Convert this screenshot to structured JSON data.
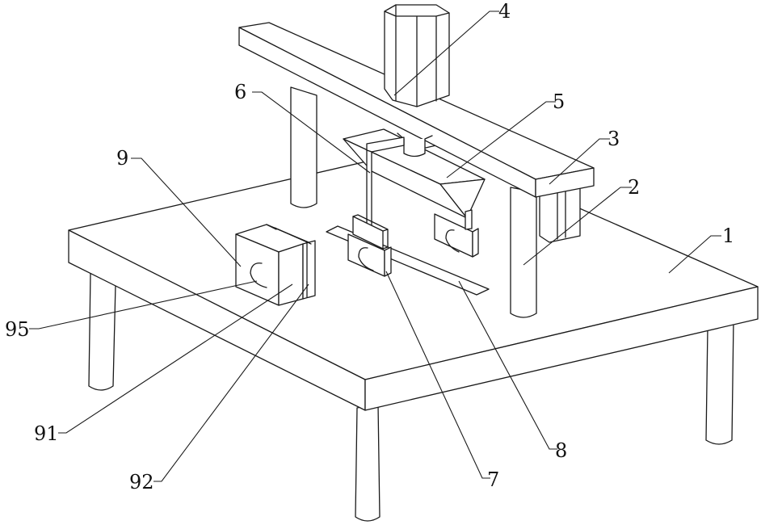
{
  "figure": {
    "type": "patent-line-drawing",
    "description": "Isometric view of a processing workbench with frame, motor, fixtures and clamping blocks"
  },
  "labels": [
    {
      "id": "1",
      "text": "1"
    },
    {
      "id": "2",
      "text": "2"
    },
    {
      "id": "3",
      "text": "3"
    },
    {
      "id": "4",
      "text": "4"
    },
    {
      "id": "5",
      "text": "5"
    },
    {
      "id": "6",
      "text": "6"
    },
    {
      "id": "7",
      "text": "7"
    },
    {
      "id": "8",
      "text": "8"
    },
    {
      "id": "9",
      "text": "9"
    },
    {
      "id": "91",
      "text": "91"
    },
    {
      "id": "92",
      "text": "92"
    },
    {
      "id": "95",
      "text": "95"
    }
  ]
}
